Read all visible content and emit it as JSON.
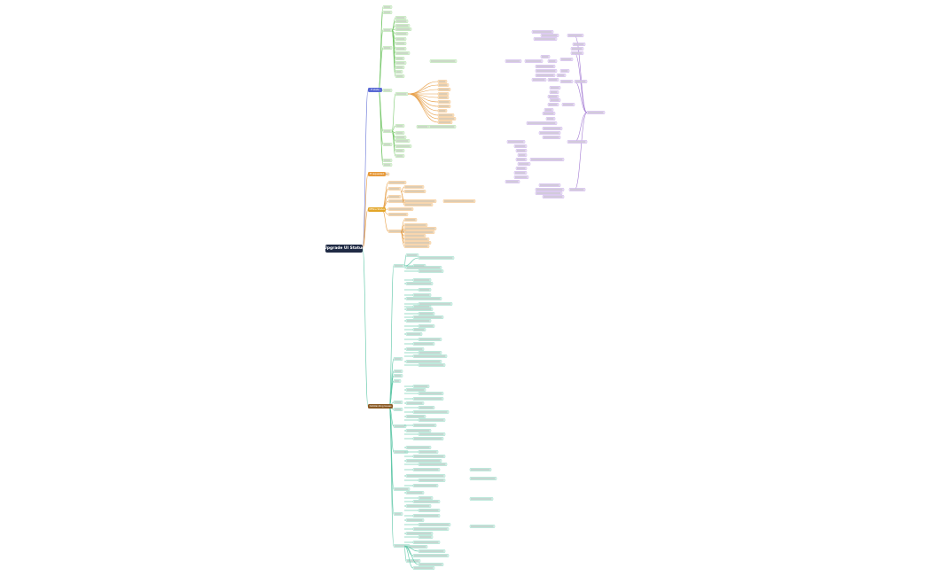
{
  "root": {
    "label": "Upgrade UI Status"
  },
  "branches": {
    "status": "ff state",
    "orange": "ff requested",
    "amber": "Offline Status",
    "brown": "Outstanding Issues"
  },
  "colors": {
    "root": "#1f2a44",
    "green_node_fill": "#e7f7e3",
    "green_line": "#7bc96f",
    "teal_node_fill": "#dff5ee",
    "teal_line": "#5cc6a6",
    "orange_node_fill": "#fde7c8",
    "orange_line": "#e7a04a",
    "purple_node_fill": "#f0e6fb",
    "purple_line": "#a37ad3",
    "blue_line": "#6b78d8"
  }
}
